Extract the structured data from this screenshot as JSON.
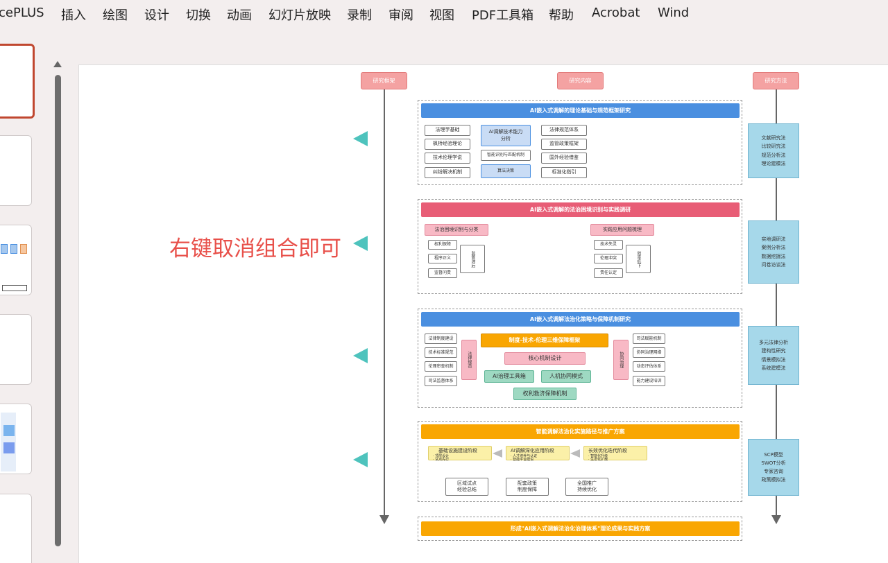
{
  "menu": [
    "cePLUS",
    "插入",
    "绘图",
    "设计",
    "切换",
    "动画",
    "幻灯片放映",
    "录制",
    "审阅",
    "视图",
    "PDF工具箱",
    "帮助",
    "Acrobat",
    "Wind"
  ],
  "note_text": "右键取消组合即可",
  "headers": {
    "framework": "研究框架",
    "content": "研究内容",
    "method": "研究方法"
  },
  "sections": {
    "s1": {
      "title": "AI嵌入式调解的理论基础与规范框架研究",
      "left": [
        "法理学基础",
        "枫桥经验理论",
        "技术伦理学说",
        "纠纷解决机制"
      ],
      "center": [
        "AI调解技术能力分析",
        "智能识别与匹配机制",
        "算法决策"
      ],
      "right": [
        "法律规范体系",
        "监管政策框架",
        "国外经验借鉴",
        "标准化指引"
      ]
    },
    "s2": {
      "title": "AI嵌入式调解的法治困境识别与实践调研",
      "left_head": "法治困境识别与分类",
      "left": [
        "权利保障",
        "程序正义",
        "监督问责"
      ],
      "left_vertical": "监管滞后",
      "right_head": "实践应用问题梳理",
      "right": [
        "技术失灵",
        "伦理冲突",
        "责任认定"
      ],
      "right_vertical": "效率低下"
    },
    "s3": {
      "title": "AI嵌入式调解法治化策略与保障机制研究",
      "left": [
        "法律制度建设",
        "技术标准规范",
        "伦理审查机制",
        "司法监督体系"
      ],
      "left_vertical": "法律规范",
      "center_top": "制度-技术-伦理三维保障框架",
      "center_core": "核心机制设计",
      "center_a": "AI治理工具箱",
      "center_b": "人机协同模式",
      "center_c": "权利救济保障机制",
      "right_vertical": "协同治理",
      "right": [
        "司法赋能机制",
        "协同治理网络",
        "动态评估体系",
        "能力建设培训"
      ]
    },
    "s4": {
      "title": "智能调解法治化实施路径与推广方案",
      "stages": [
        {
          "head": "基础设施建设阶段",
          "items": [
            "· 顶层设计",
            "· 试点先行"
          ]
        },
        {
          "head": "AI调解深化应用阶段",
          "items": [
            "· 人才培养与认证",
            "· 智能平台建设"
          ]
        },
        {
          "head": "长效优化迭代阶段",
          "items": [
            "· 智能化升级",
            "· 生态化扩散"
          ]
        }
      ],
      "bottom": [
        "区域试点\n经验总结",
        "配套政策\n制度保障",
        "全国推广\n持续优化"
      ]
    },
    "s5": {
      "title": "形成\"AI嵌入式调解法治化治理体系\"理论成果与实践方案"
    }
  },
  "methods": [
    [
      "文献研究法",
      "比较研究法",
      "规范分析法",
      "理论建模法"
    ],
    [
      "实地调研法",
      "案例分析法",
      "数据挖掘法",
      "问卷访谈法"
    ],
    [
      "多元法律分析",
      "建构性研究",
      "情景模拟法",
      "系统建模法"
    ],
    [
      "SCP模型",
      "SWOT分析",
      "专家咨询",
      "政策模拟法"
    ]
  ]
}
